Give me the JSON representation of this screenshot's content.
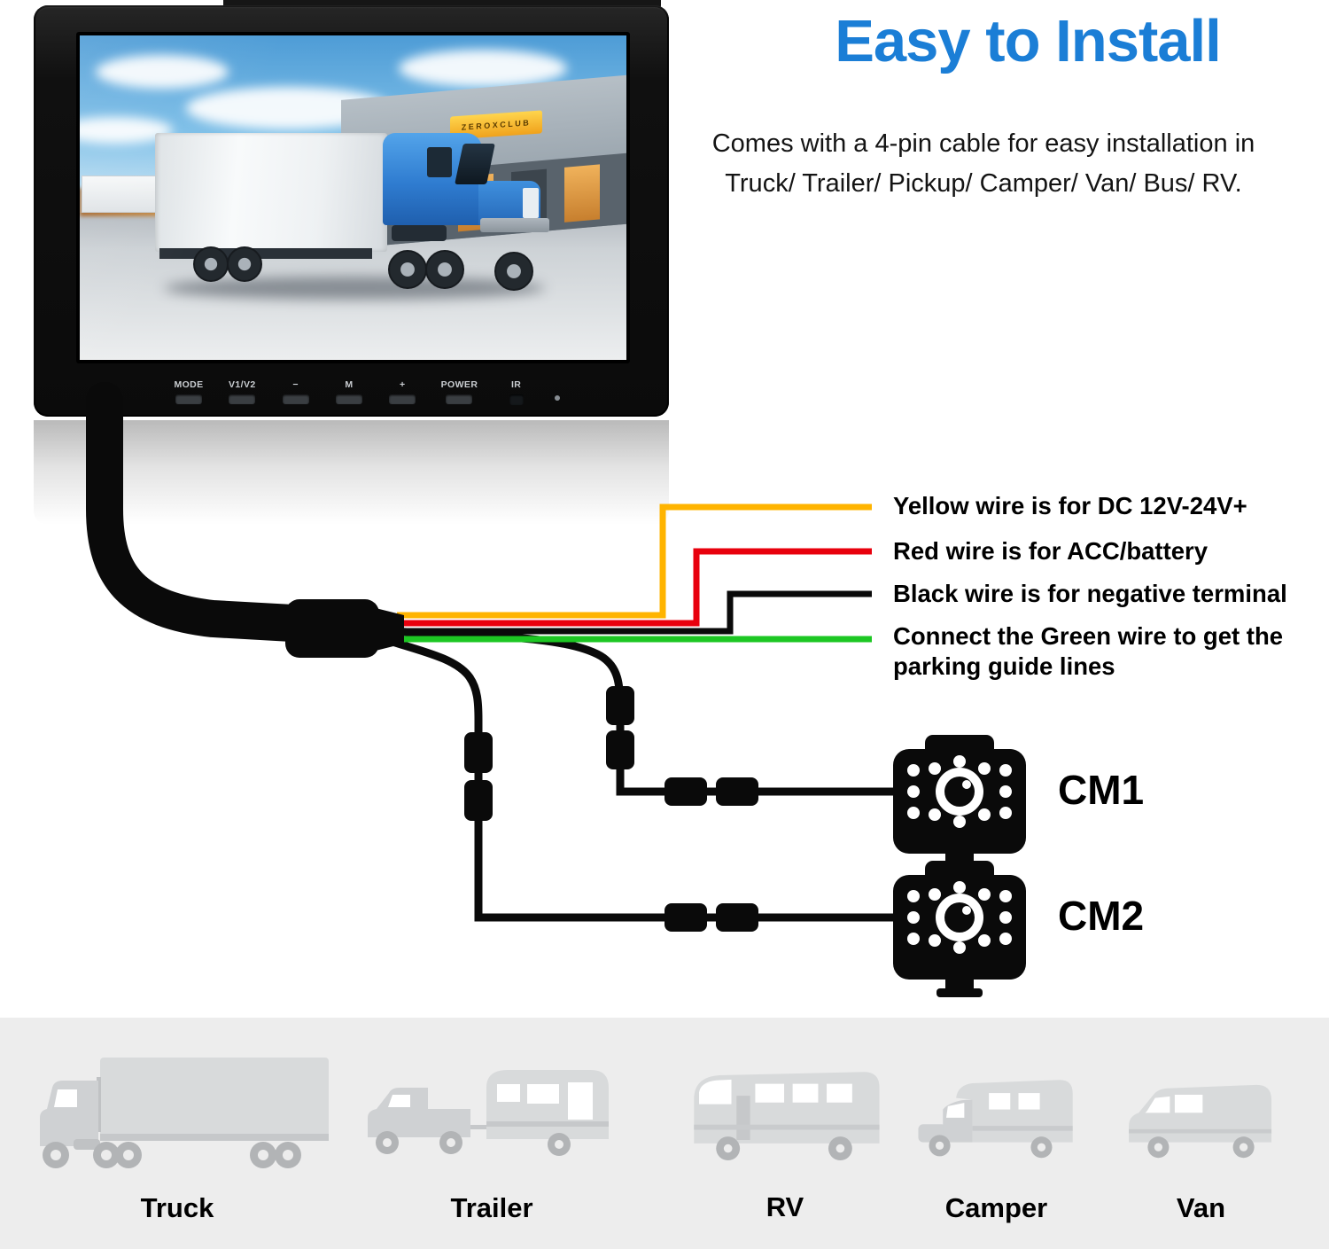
{
  "header": {
    "title": "Easy to Install",
    "title_color": "#1b7ed6",
    "subtitle_line1": "Comes with a 4-pin cable for easy installation in",
    "subtitle_line2": "Truck/ Trailer/ Pickup/ Camper/ Van/ Bus/ RV."
  },
  "monitor": {
    "buttons": [
      {
        "label": "MODE"
      },
      {
        "label": "V1/V2"
      },
      {
        "label": "−"
      },
      {
        "label": "M"
      },
      {
        "label": "+"
      },
      {
        "label": "POWER"
      },
      {
        "label": "IR"
      }
    ],
    "screen": {
      "sign_text": "ZEROXCLUB"
    }
  },
  "wiring": {
    "wires": [
      {
        "name": "yellow",
        "color": "#ffb400",
        "label": "Yellow wire is for DC 12V-24V+"
      },
      {
        "name": "red",
        "color": "#e8000d",
        "label": "Red wire is for ACC/battery"
      },
      {
        "name": "black",
        "color": "#0a0a0a",
        "label": "Black wire is for negative terminal"
      },
      {
        "name": "green",
        "color": "#1dc723",
        "label": "Connect the Green wire to get the parking guide lines"
      }
    ]
  },
  "cameras": [
    {
      "label": "CM1"
    },
    {
      "label": "CM2"
    }
  ],
  "vehicles": [
    {
      "label": "Truck"
    },
    {
      "label": "Trailer"
    },
    {
      "label": "RV"
    },
    {
      "label": "Camper"
    },
    {
      "label": "Van"
    }
  ]
}
